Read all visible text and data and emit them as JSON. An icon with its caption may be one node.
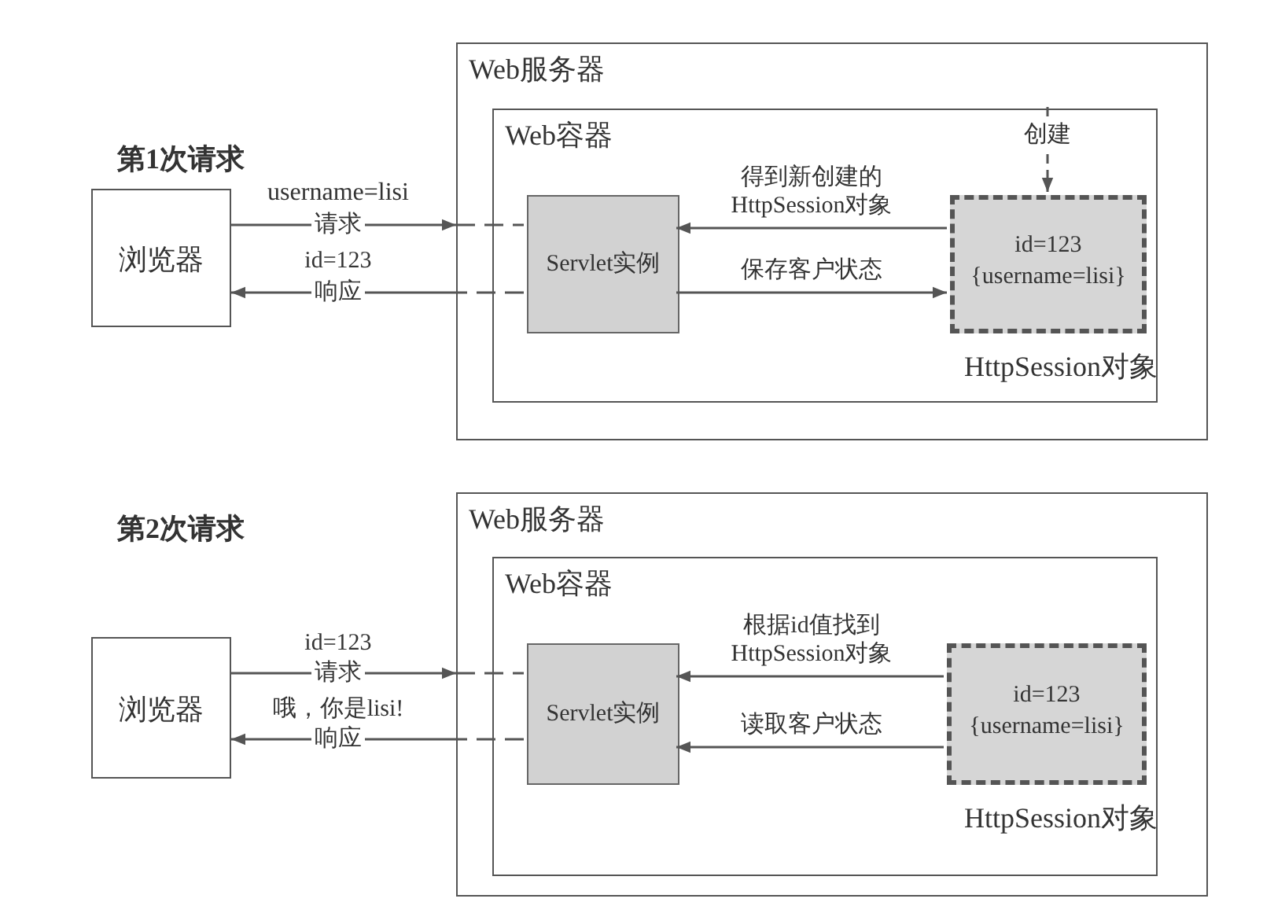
{
  "diagram": {
    "nodes": [
      {
        "text": [
          "浏览器"
        ]
      },
      {
        "text": [
          "Web服务器"
        ]
      },
      {
        "text": [
          "Web容器"
        ],
        "in": 1
      },
      {
        "text": [
          "Servlet实例"
        ],
        "in": 2
      },
      {
        "text": [
          "id=123",
          "{username=lisi}"
        ],
        "in": 2,
        "beside": [
          "HttpSession对象"
        ]
      },
      {
        "text": [
          "浏览器"
        ]
      },
      {
        "text": [
          "Web服务器"
        ]
      },
      {
        "text": [
          "Web容器"
        ],
        "in": 6
      },
      {
        "text": [
          "Servlet实例"
        ],
        "in": 7
      },
      {
        "text": [
          "id=123",
          "{username=lisi}"
        ],
        "in": 7,
        "beside": [
          "HttpSession对象"
        ]
      }
    ],
    "edges": [
      {
        "from": 0,
        "to": 1,
        "arrow": "to",
        "label": "请求"
      },
      {
        "from": 1,
        "to": 3,
        "arrow": "none",
        "style": "dashed"
      },
      {
        "from": 3,
        "to": 1,
        "arrow": "none",
        "style": "dashed"
      },
      {
        "from": 1,
        "to": 0,
        "arrow": "to",
        "label": "响应"
      },
      {
        "from": 4,
        "to": 3,
        "arrow": "to",
        "label": "得到新创建的 HttpSession对象"
      },
      {
        "from": 3,
        "to": 4,
        "arrow": "to",
        "label": "保存客户状态"
      },
      {
        "from": null,
        "to": 4,
        "arrow": "to",
        "label": "创建",
        "style": "dashed"
      },
      {
        "from": 5,
        "to": 6,
        "arrow": "to",
        "label": "请求"
      },
      {
        "from": 6,
        "to": 8,
        "arrow": "none",
        "style": "dashed"
      },
      {
        "from": 8,
        "to": 6,
        "arrow": "none",
        "style": "dashed"
      },
      {
        "from": 6,
        "to": 5,
        "arrow": "to",
        "label": "响应"
      },
      {
        "from": 9,
        "to": 8,
        "arrow": "to",
        "label": "根据id值找到 HttpSession对象"
      },
      {
        "from": 9,
        "to": 8,
        "arrow": "to",
        "label": "读取客户状态"
      }
    ],
    "labels": [
      "第1次请求",
      "username=lisi",
      "id=123",
      "第2次请求",
      "id=123",
      "哦，你是lisi!"
    ]
  }
}
